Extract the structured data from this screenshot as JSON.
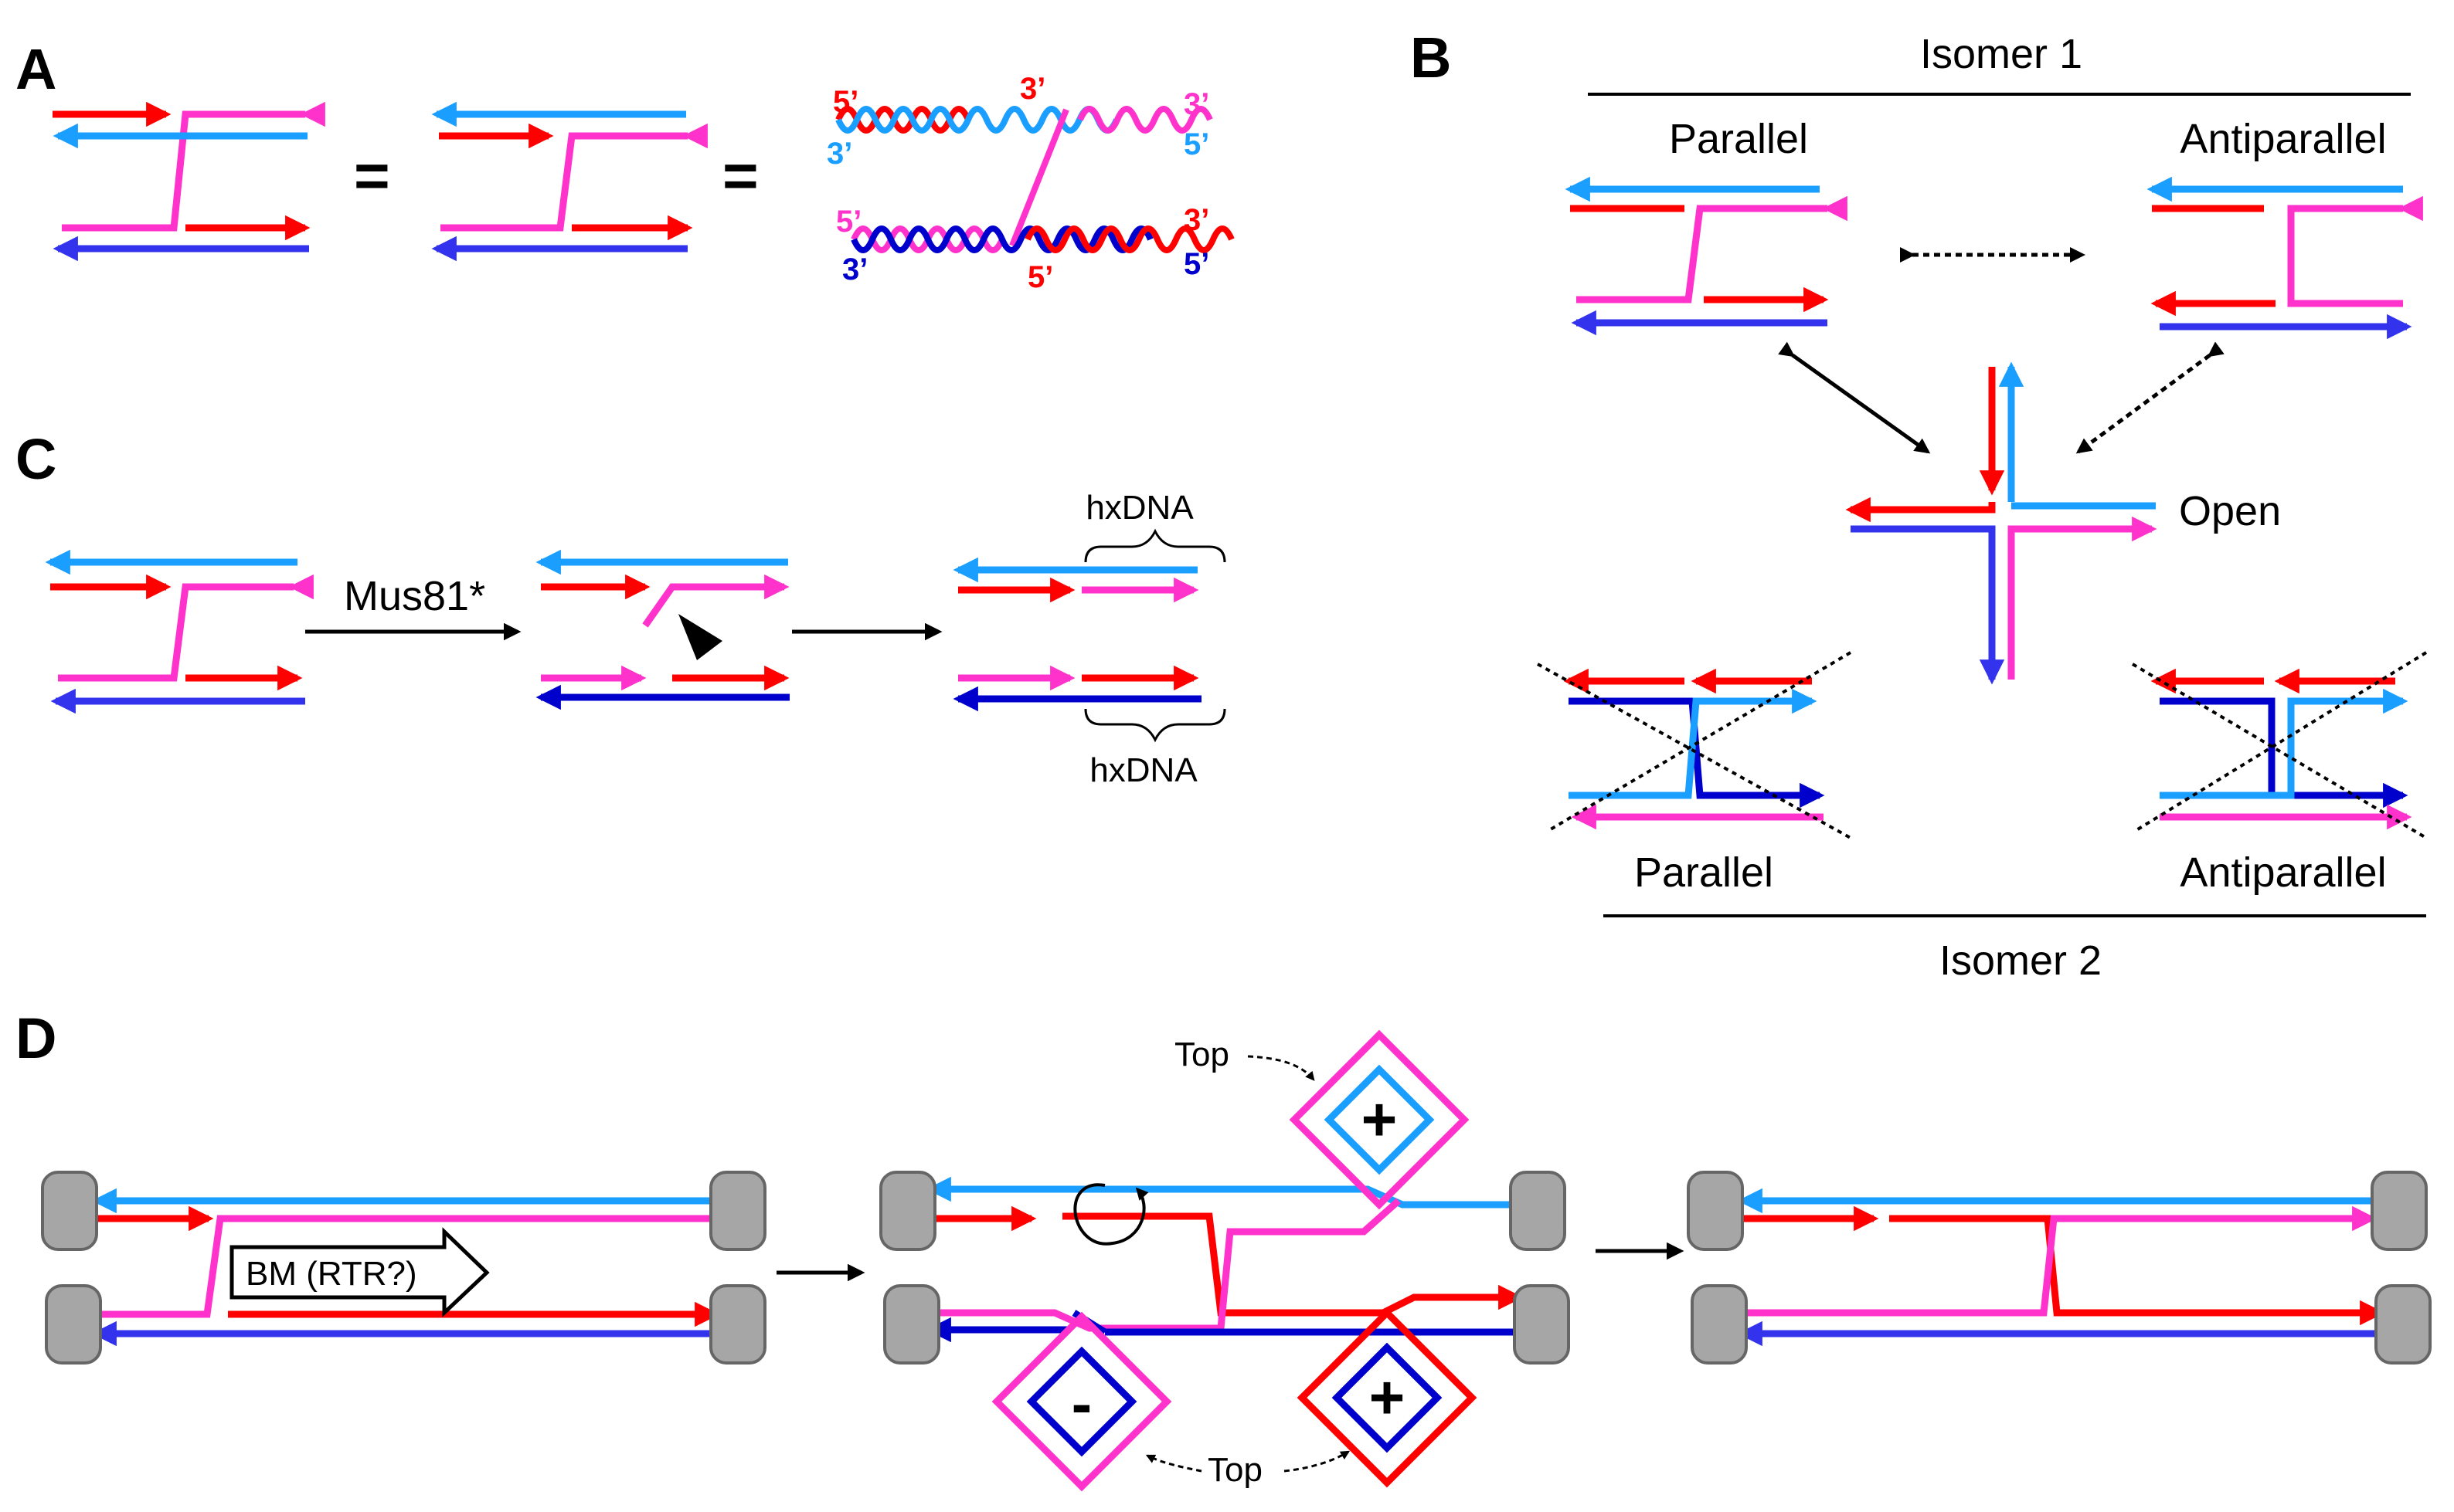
{
  "colors": {
    "red": "#ff0000",
    "magenta": "#ff33cc",
    "light_blue": "#1a9eff",
    "dark_blue": "#3333ee",
    "navy": "#0000cc",
    "gray": "#a6a6a6",
    "black": "#000000"
  },
  "panels": {
    "a": {
      "letter": "A",
      "equals": "=",
      "end_5": "5’",
      "end_3": "3’"
    },
    "b": {
      "letter": "B",
      "isomer1": "Isomer 1",
      "isomer2": "Isomer 2",
      "parallel": "Parallel",
      "antiparallel": "Antiparallel",
      "open": "Open"
    },
    "c": {
      "letter": "C",
      "enzyme": "Mus81*",
      "hxdna": "hxDNA"
    },
    "d": {
      "letter": "D",
      "bm_label": "BM (RTR?)",
      "top_label": "Top",
      "plus": "+",
      "minus": "-"
    }
  }
}
